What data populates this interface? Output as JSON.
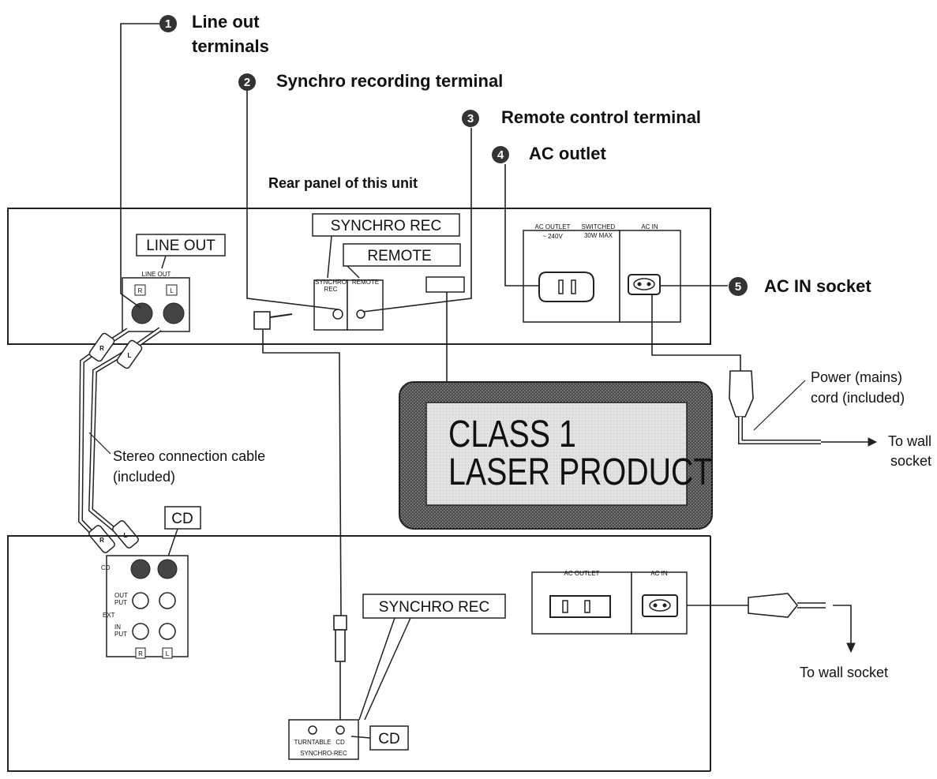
{
  "callouts": {
    "c1": {
      "num": "1",
      "line1": "Line out",
      "line2": "terminals"
    },
    "c2": {
      "num": "2",
      "text": "Synchro recording terminal"
    },
    "c3": {
      "num": "3",
      "text": "Remote control terminal"
    },
    "c4": {
      "num": "4",
      "text": "AC outlet"
    },
    "c5": {
      "num": "5",
      "text": "AC IN socket"
    }
  },
  "rear_panel_label": "Rear panel of this unit",
  "upper_unit": {
    "synchro_rec_box": "SYNCHRO REC",
    "remote_box": "REMOTE",
    "line_out_box": "LINE OUT",
    "line_out_small": "LINE OUT",
    "jack_r": "R",
    "jack_l": "L",
    "synchro_small_1": "SYNCHRO",
    "synchro_small_2": "REC",
    "remote_small": "REMOTE",
    "ac_outlet_small_1": "AC OUTLET",
    "ac_outlet_small_2": "~ 240V",
    "switched_1": "SWITCHED",
    "switched_2": "30W MAX",
    "ac_in_small": "AC IN"
  },
  "laser_label": {
    "line1": "CLASS 1",
    "line2": "LASER PRODUCT"
  },
  "power_cord": {
    "line1": "Power (mains)",
    "line2": "cord (included)"
  },
  "to_wall_1": {
    "line1": "To wall",
    "line2": "socket"
  },
  "to_wall_2": "To wall socket",
  "stereo_cable": {
    "line1": "Stereo connection cable",
    "line2": "(included)"
  },
  "cable_plug_r": "R",
  "cable_plug_l": "L",
  "lower_unit": {
    "cd_box_top": "CD",
    "cd_small": "CD",
    "ext_small": "EXT",
    "output_1": "OUT",
    "output_2": "PUT",
    "input_1": "IN",
    "input_2": "PUT",
    "jack_r": "R",
    "jack_l": "L",
    "synchro_rec_box": "SYNCHRO REC",
    "turntable_small": "TURNTABLE",
    "cd_jack_small": "CD",
    "synchro_rec_small": "SYNCHRO-REC",
    "cd_box_bottom": "CD",
    "ac_outlet_small": "AC OUTLET",
    "ac_in_small": "AC IN"
  }
}
